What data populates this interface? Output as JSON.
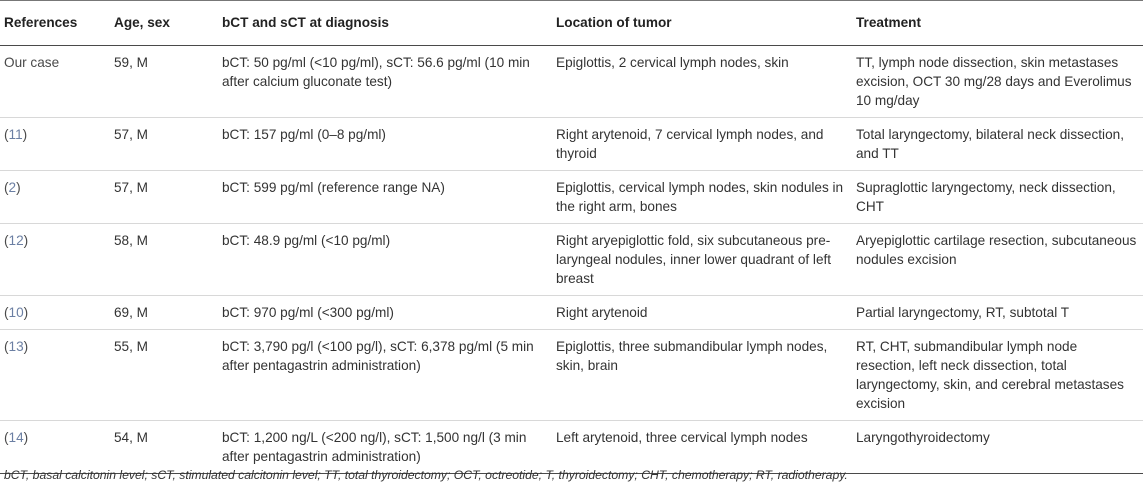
{
  "table": {
    "headers": [
      "References",
      "Age, sex",
      "bCT and sCT at diagnosis",
      "Location of tumor",
      "Treatment"
    ],
    "rows": [
      {
        "ref_text": "Our case",
        "ref_num": "",
        "age_sex": "59, M",
        "ct": "bCT: 50 pg/ml (<10 pg/ml), sCT: 56.6 pg/ml (10 min after calcium gluconate test)",
        "location": "Epiglottis, 2 cervical lymph nodes, skin",
        "treatment": "TT, lymph node dissection, skin metastases excision, OCT 30 mg/28 days and Everolimus 10 mg/day"
      },
      {
        "ref_text": "",
        "ref_num": "11",
        "age_sex": "57, M",
        "ct": "bCT: 157 pg/ml (0–8 pg/ml)",
        "location": "Right arytenoid, 7 cervical lymph nodes, and thyroid",
        "treatment": "Total laryngectomy, bilateral neck dissection, and TT"
      },
      {
        "ref_text": "",
        "ref_num": "2",
        "age_sex": "57, M",
        "ct": "bCT: 599 pg/ml (reference range NA)",
        "location": "Epiglottis, cervical lymph nodes, skin nodules in the right arm, bones",
        "treatment": "Supraglottic laryngectomy, neck dissection, CHT"
      },
      {
        "ref_text": "",
        "ref_num": "12",
        "age_sex": "58, M",
        "ct": "bCT: 48.9 pg/ml (<10 pg/ml)",
        "location": "Right aryepiglottic fold, six subcutaneous pre-laryngeal nodules, inner lower quadrant of left breast",
        "treatment": "Aryepiglottic cartilage resection, subcutaneous nodules excision"
      },
      {
        "ref_text": "",
        "ref_num": "10",
        "age_sex": "69, M",
        "ct": "bCT: 970 pg/ml (<300 pg/ml)",
        "location": "Right arytenoid",
        "treatment": "Partial laryngectomy, RT, subtotal T"
      },
      {
        "ref_text": "",
        "ref_num": "13",
        "age_sex": "55, M",
        "ct": "bCT: 3,790 pg/l (<100 pg/l), sCT: 6,378 pg/ml (5 min after pentagastrin administration)",
        "location": "Epiglottis, three submandibular lymph nodes, skin, brain",
        "treatment": "RT, CHT, submandibular lymph node resection, left neck dissection, total laryngectomy, skin, and cerebral metastases excision"
      },
      {
        "ref_text": "",
        "ref_num": "14",
        "age_sex": "54, M",
        "ct": "bCT: 1,200 ng/L (<200 ng/l), sCT: 1,500 ng/l (3 min after pentagastrin administration)",
        "location": "Left arytenoid, three cervical lymph nodes",
        "treatment": "Laryngothyroidectomy"
      }
    ]
  },
  "footnote": "bCT, basal calcitonin level; sCT, stimulated calcitonin level; TT, total thyroidectomy; OCT, octreotide; T, thyroidectomy; CHT, chemotherapy; RT, radiotherapy.",
  "colors": {
    "ref_link": "#6b7fa3",
    "text": "#333333",
    "rule": "#4a4a4a"
  }
}
